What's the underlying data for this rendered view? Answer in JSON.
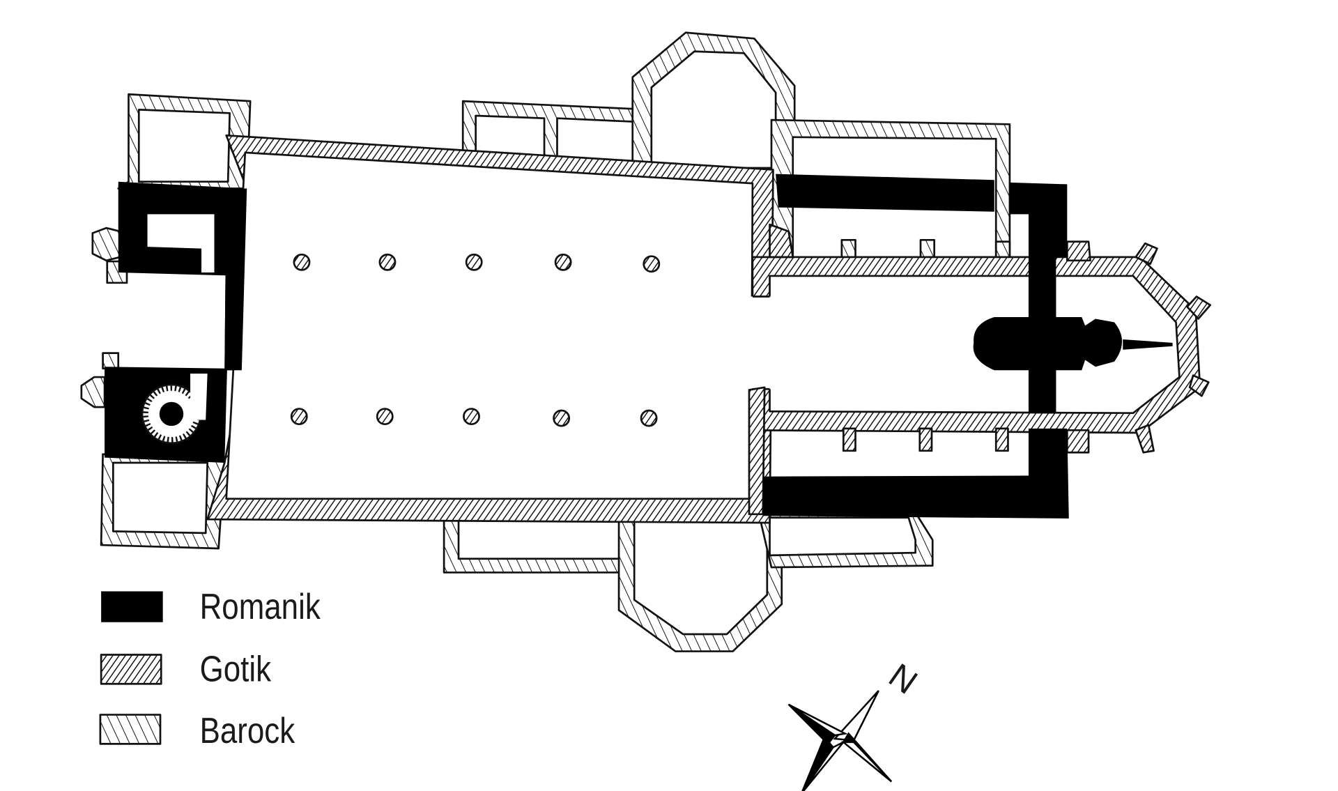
{
  "colors": {
    "romanik": "#000000",
    "line": "#111111",
    "background": "#ffffff"
  },
  "legend": {
    "items": [
      {
        "label": "Romanik",
        "pattern": "solid-black"
      },
      {
        "label": "Gotik",
        "pattern": "dense-forward-hatch"
      },
      {
        "label": "Barock",
        "pattern": "sparse-back-hatch"
      }
    ]
  },
  "compass": {
    "label": "N"
  }
}
